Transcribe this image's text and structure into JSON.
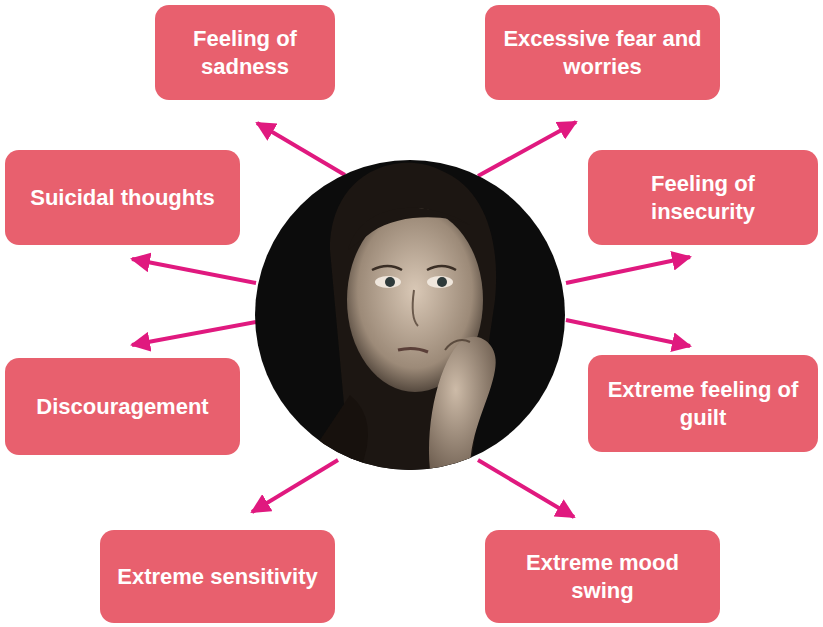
{
  "diagram": {
    "nodes": [
      {
        "text": [
          "Feeling of sadness"
        ]
      },
      {
        "text": [
          "Excessive fear and worries"
        ]
      },
      {
        "text": [
          "Suicidal thoughts"
        ]
      },
      {
        "text": [
          "Feeling of insecurity"
        ]
      },
      {
        "text": [
          "Discouragement"
        ]
      },
      {
        "text": [
          "Extreme feeling of guilt"
        ]
      },
      {
        "text": [
          "Extreme sensitivity"
        ]
      },
      {
        "text": [
          "Extreme mood swing"
        ]
      }
    ]
  }
}
